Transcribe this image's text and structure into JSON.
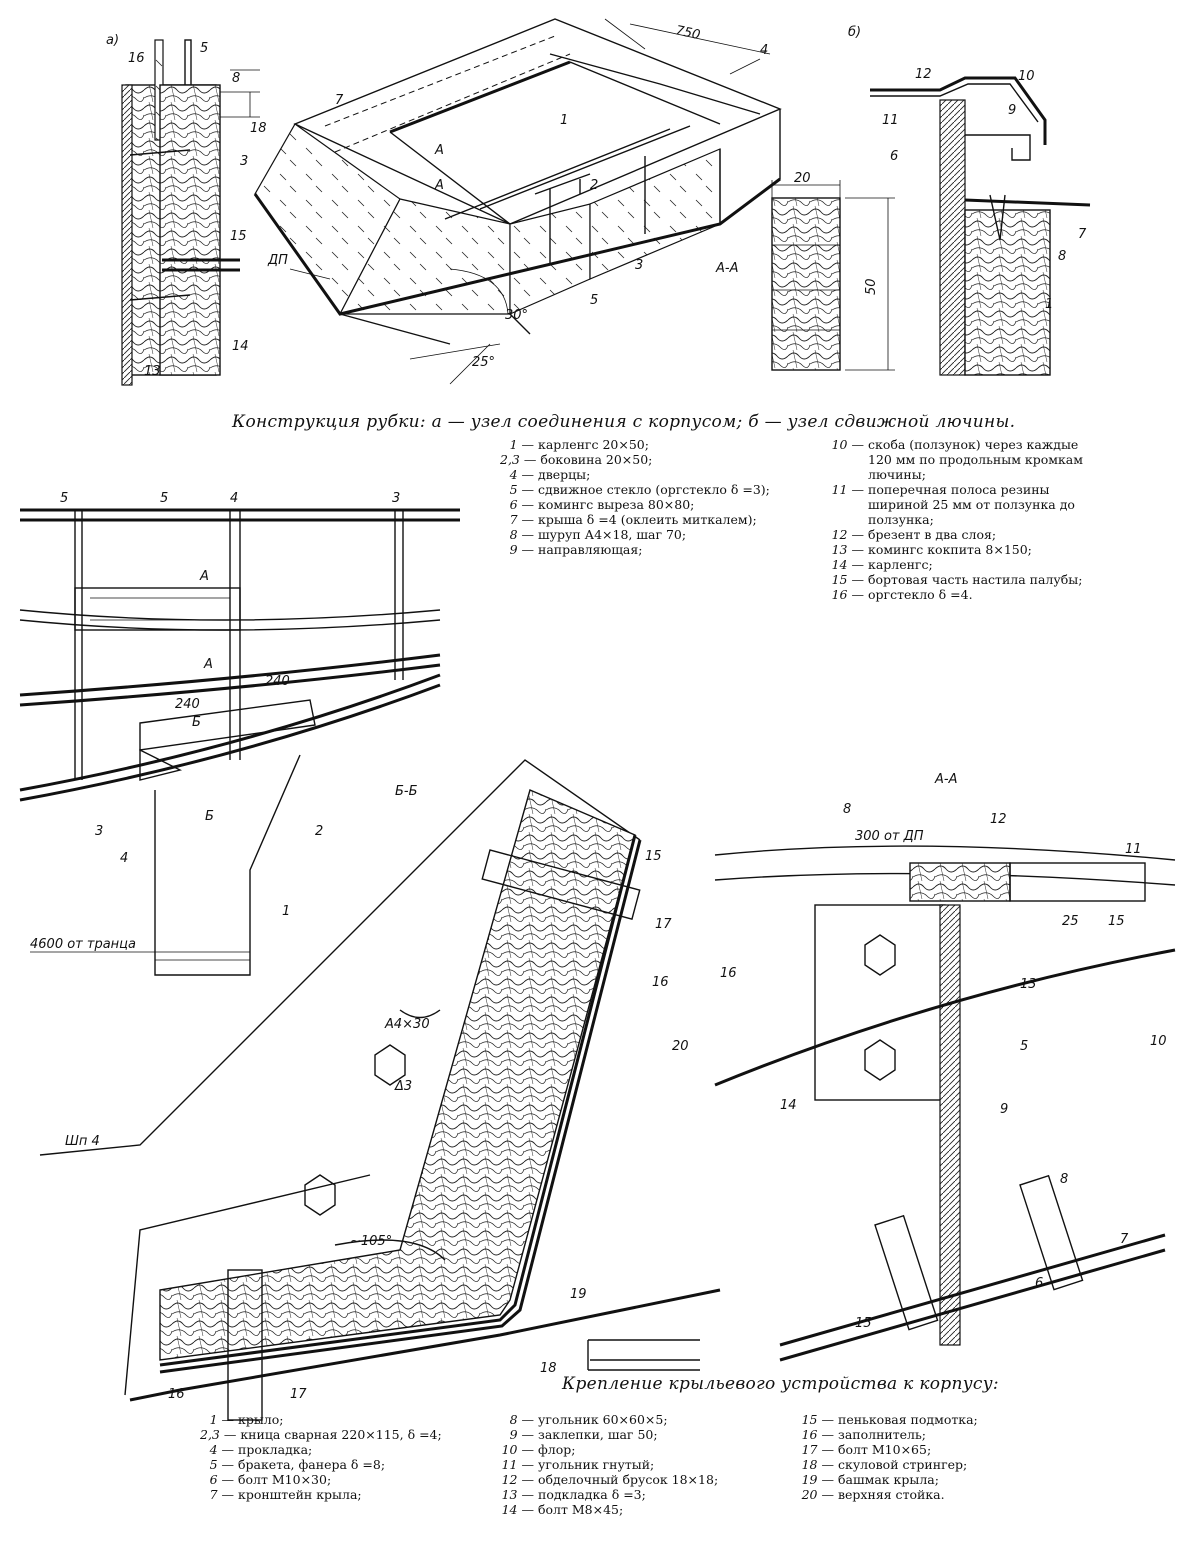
{
  "figure1": {
    "caption": "Конструкция рубки: а — узел соединения с корпусом; б — узел сдвижной лючины.",
    "view_labels": {
      "a": "а)",
      "b": "б)",
      "section": "А-А"
    },
    "callouts_a": [
      "16",
      "5",
      "8",
      "18",
      "3",
      "15",
      "14",
      "13"
    ],
    "callouts_main": [
      "7",
      "4",
      "1",
      "2",
      "3",
      "5",
      "А",
      "А",
      "ДП"
    ],
    "dims_main": [
      "750",
      "30°",
      "25°"
    ],
    "callouts_b": [
      "12",
      "11",
      "10",
      "9",
      "6",
      "7",
      "8",
      "1"
    ],
    "dims_section": [
      "20",
      "50"
    ],
    "legend_left": [
      {
        "num": "1 —",
        "text": "карленгс 20×50;"
      },
      {
        "num": "2,3 —",
        "text": "боковина 20×50;"
      },
      {
        "num": "4 —",
        "text": "дверцы;"
      },
      {
        "num": "5 —",
        "text": "сдвижное стекло (оргстекло δ =3);"
      },
      {
        "num": "6 —",
        "text": "комингс выреза 80×80;"
      },
      {
        "num": "7 —",
        "text": "крыша δ =4 (оклеить миткалем);"
      },
      {
        "num": "8 —",
        "text": "шуруп А4×18, шаг 70;"
      },
      {
        "num": "9 —",
        "text": "направляющая;"
      }
    ],
    "legend_right": [
      {
        "num": "10 —",
        "text": "скоба (ползунок) через каждые 120 мм по продольным кромкам лючины;"
      },
      {
        "num": "11 —",
        "text": "поперечная полоса резины шириной 25 мм от ползунка до ползунка;"
      },
      {
        "num": "12 —",
        "text": "брезент в два слоя;"
      },
      {
        "num": "13 —",
        "text": "комингс кокпита 8×150;"
      },
      {
        "num": "14 —",
        "text": "карленгс;"
      },
      {
        "num": "15 —",
        "text": "бортовая часть настила палубы;"
      },
      {
        "num": "16 —",
        "text": "оргстекло δ =4."
      }
    ]
  },
  "figure2": {
    "caption": "Крепление крыльевого устройства к корпусу:",
    "view_labels": {
      "bb": "Б-Б",
      "aa": "А-А"
    },
    "callouts_top": [
      "5",
      "5",
      "4",
      "3",
      "А",
      "А",
      "Б",
      "Б",
      "3",
      "4",
      "2",
      "1"
    ],
    "dims_top": [
      "240",
      "240",
      "4600 от транца"
    ],
    "callouts_bb": [
      "15",
      "17",
      "16",
      "20",
      "А4×30",
      "Δ3",
      "~105°",
      "Шп 4",
      "19",
      "18",
      "16",
      "17"
    ],
    "callouts_aa": [
      "8",
      "12",
      "11",
      "300 от ДП",
      "25",
      "15",
      "16",
      "13",
      "10",
      "5",
      "14",
      "9",
      "8",
      "7",
      "6",
      "15"
    ],
    "legend_col1": [
      {
        "num": "1 —",
        "text": "крыло;"
      },
      {
        "num": "2,3 —",
        "text": "кница сварная 220×115, δ =4;"
      },
      {
        "num": "4 —",
        "text": "прокладка;"
      },
      {
        "num": "5 —",
        "text": "бракета, фанера δ =8;"
      },
      {
        "num": "6 —",
        "text": "болт М10×30;"
      },
      {
        "num": "7 —",
        "text": "кронштейн крыла;"
      }
    ],
    "legend_col2": [
      {
        "num": "8 —",
        "text": "угольник 60×60×5;"
      },
      {
        "num": "9 —",
        "text": "заклепки, шаг 50;"
      },
      {
        "num": "10 —",
        "text": "флор;"
      },
      {
        "num": "11 —",
        "text": "угольник гнутый;"
      },
      {
        "num": "12 —",
        "text": "обделочный брусок 18×18;"
      },
      {
        "num": "13 —",
        "text": "подкладка δ =3;"
      },
      {
        "num": "14 —",
        "text": "болт М8×45;"
      }
    ],
    "legend_col3": [
      {
        "num": "15 —",
        "text": "пеньковая подмотка;"
      },
      {
        "num": "16 —",
        "text": "заполнитель;"
      },
      {
        "num": "17 —",
        "text": "болт М10×65;"
      },
      {
        "num": "18 —",
        "text": "скуловой стрингер;"
      },
      {
        "num": "19 —",
        "text": "башмак крыла;"
      },
      {
        "num": "20 —",
        "text": "верхняя стойка."
      }
    ]
  }
}
